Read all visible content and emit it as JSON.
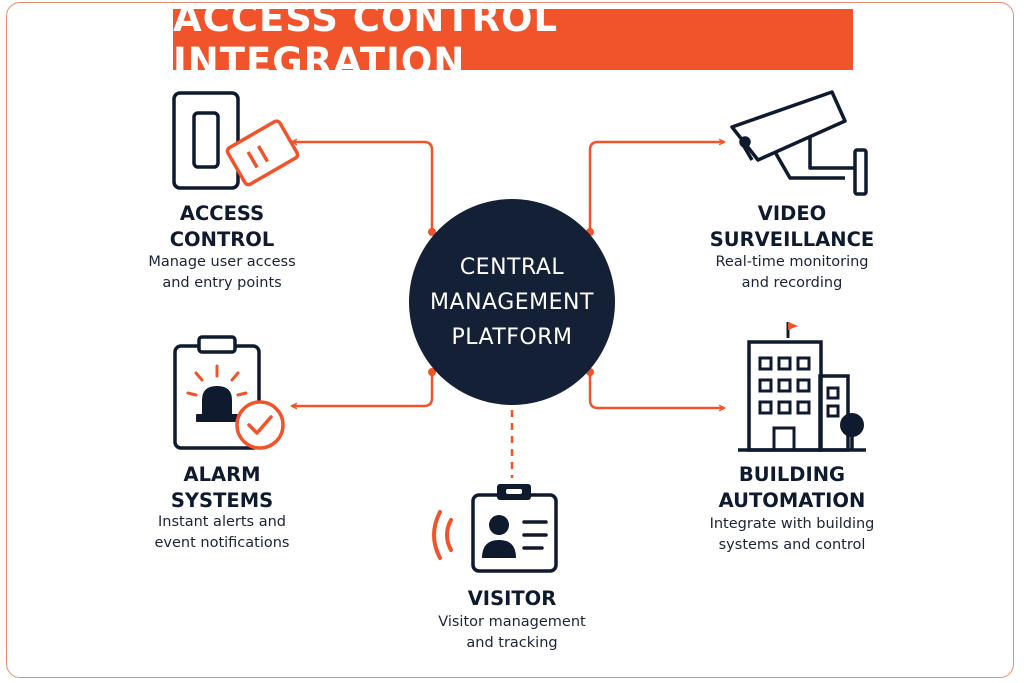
{
  "title": "ACCESS CONTROL INTEGRATION",
  "hub": {
    "lines": [
      "CENTRAL",
      "MANAGEMENT",
      "PLATFORM"
    ]
  },
  "nodes": {
    "access_control": {
      "title_lines": [
        "ACCESS",
        "CONTROL"
      ],
      "desc_lines": [
        "Manage user access",
        "and entry points"
      ],
      "icon": "card-reader-icon"
    },
    "video_surveillance": {
      "title_lines": [
        "VIDEO",
        "SURVEILLANCE"
      ],
      "desc_lines": [
        "Real-time monitoring",
        "and recording"
      ],
      "icon": "security-camera-icon"
    },
    "alarm_systems": {
      "title_lines": [
        "ALARM",
        "SYSTEMS"
      ],
      "desc_lines": [
        "Instant alerts and",
        "event notifications"
      ],
      "icon": "alarm-clipboard-icon"
    },
    "building_automation": {
      "title_lines": [
        "BUILDING",
        "AUTOMATION"
      ],
      "desc_lines": [
        "Integrate with building",
        "systems and control"
      ],
      "icon": "building-icon"
    },
    "visitor": {
      "title_lines": [
        "VISITOR"
      ],
      "desc_lines": [
        "Visitor management",
        "and tracking"
      ],
      "icon": "visitor-badge-icon"
    }
  },
  "colors": {
    "accent": "#f1542a",
    "navy": "#0f1a2e",
    "border": "#e98a73"
  }
}
